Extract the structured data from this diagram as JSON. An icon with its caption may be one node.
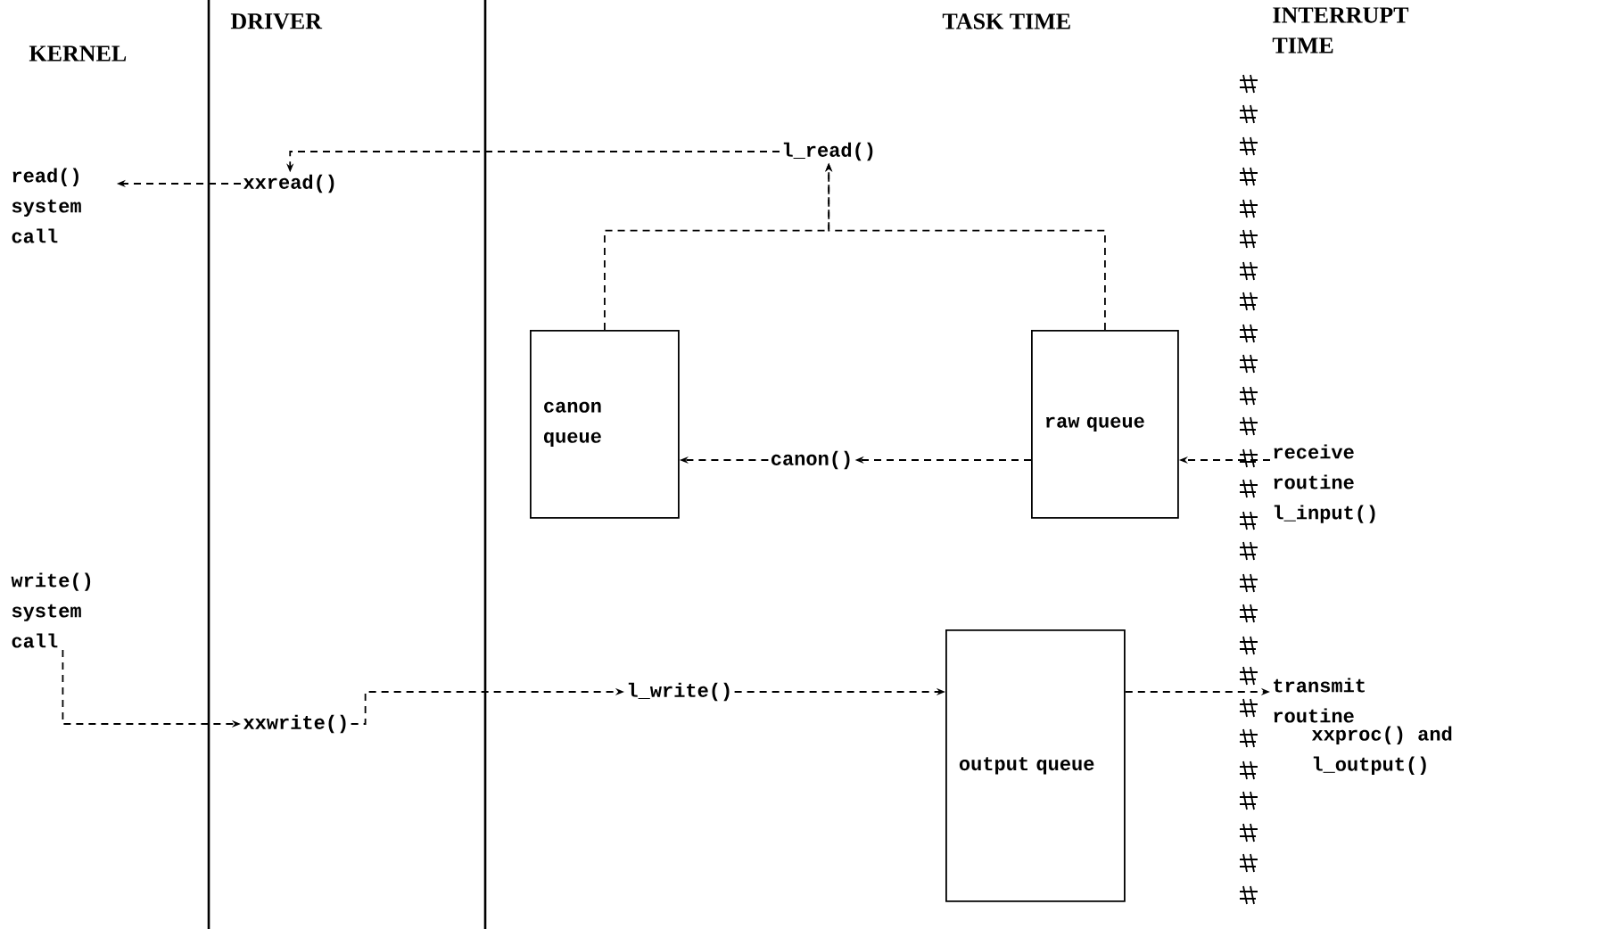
{
  "diagram": {
    "nodes": [
      {
        "text": [
          "read() system call"
        ]
      },
      {
        "text": [
          "xxread()"
        ]
      },
      {
        "text": [
          "l_read()"
        ]
      },
      {
        "text": [
          "canon queue"
        ]
      },
      {
        "text": [
          "canon()"
        ]
      },
      {
        "text": [
          "raw queue"
        ]
      },
      {
        "text": [
          "receive routine l_input()"
        ]
      },
      {
        "text": [
          "write() system call"
        ]
      },
      {
        "text": [
          "xxwrite()"
        ]
      },
      {
        "text": [
          "l_write()"
        ]
      },
      {
        "text": [
          "output queue"
        ]
      },
      {
        "text": [
          "transmit routine",
          "xxproc() and l_output()"
        ]
      }
    ],
    "edges": [
      {
        "from": 2,
        "to": 1,
        "arrow": "to"
      },
      {
        "from": 1,
        "to": 0,
        "arrow": "to"
      },
      {
        "from": 3,
        "to": 2,
        "arrow": "to"
      },
      {
        "from": 5,
        "to": 2,
        "arrow": "to"
      },
      {
        "from": 4,
        "to": 3,
        "arrow": "to"
      },
      {
        "from": 5,
        "to": 4,
        "arrow": "to"
      },
      {
        "from": 6,
        "to": 5,
        "arrow": "to"
      },
      {
        "from": 7,
        "to": 8,
        "arrow": "to"
      },
      {
        "from": 8,
        "to": 9,
        "arrow": "to"
      },
      {
        "from": 9,
        "to": 10,
        "arrow": "to"
      },
      {
        "from": 10,
        "to": 11,
        "arrow": "to"
      }
    ],
    "labels": [
      "KERNEL",
      "DRIVER",
      "TASK TIME",
      "INTERRUPT TIME"
    ]
  }
}
